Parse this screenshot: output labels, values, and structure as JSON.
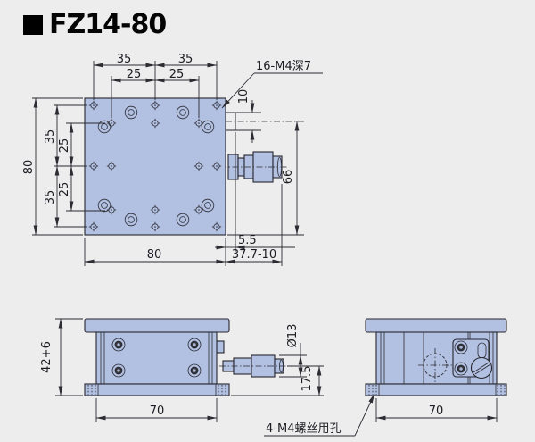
{
  "title": "FZ14-80",
  "top_view": {
    "dim_top_35_left": "35",
    "dim_top_35_right": "35",
    "dim_top_25_left": "25",
    "dim_top_25_right": "25",
    "dim_left_80": "80",
    "dim_left_35_upper": "35",
    "dim_left_35_lower": "35",
    "dim_left_25_upper": "25",
    "dim_left_25_lower": "25",
    "dim_tab_10": "10",
    "dim_right_66": "66",
    "dim_bottom_80": "80",
    "dim_tab_offset": "5.5",
    "dim_micrometer_reach": "37.7-10",
    "label_mounting_holes": "16-M4深7"
  },
  "front_view": {
    "dim_height": "42+6",
    "dim_width": "70",
    "dim_knob_dia": "Ø13",
    "dim_axis_height": "17.5"
  },
  "side_view": {
    "dim_width": "70",
    "label_base_holes": "4-M4螺丝用孔"
  }
}
